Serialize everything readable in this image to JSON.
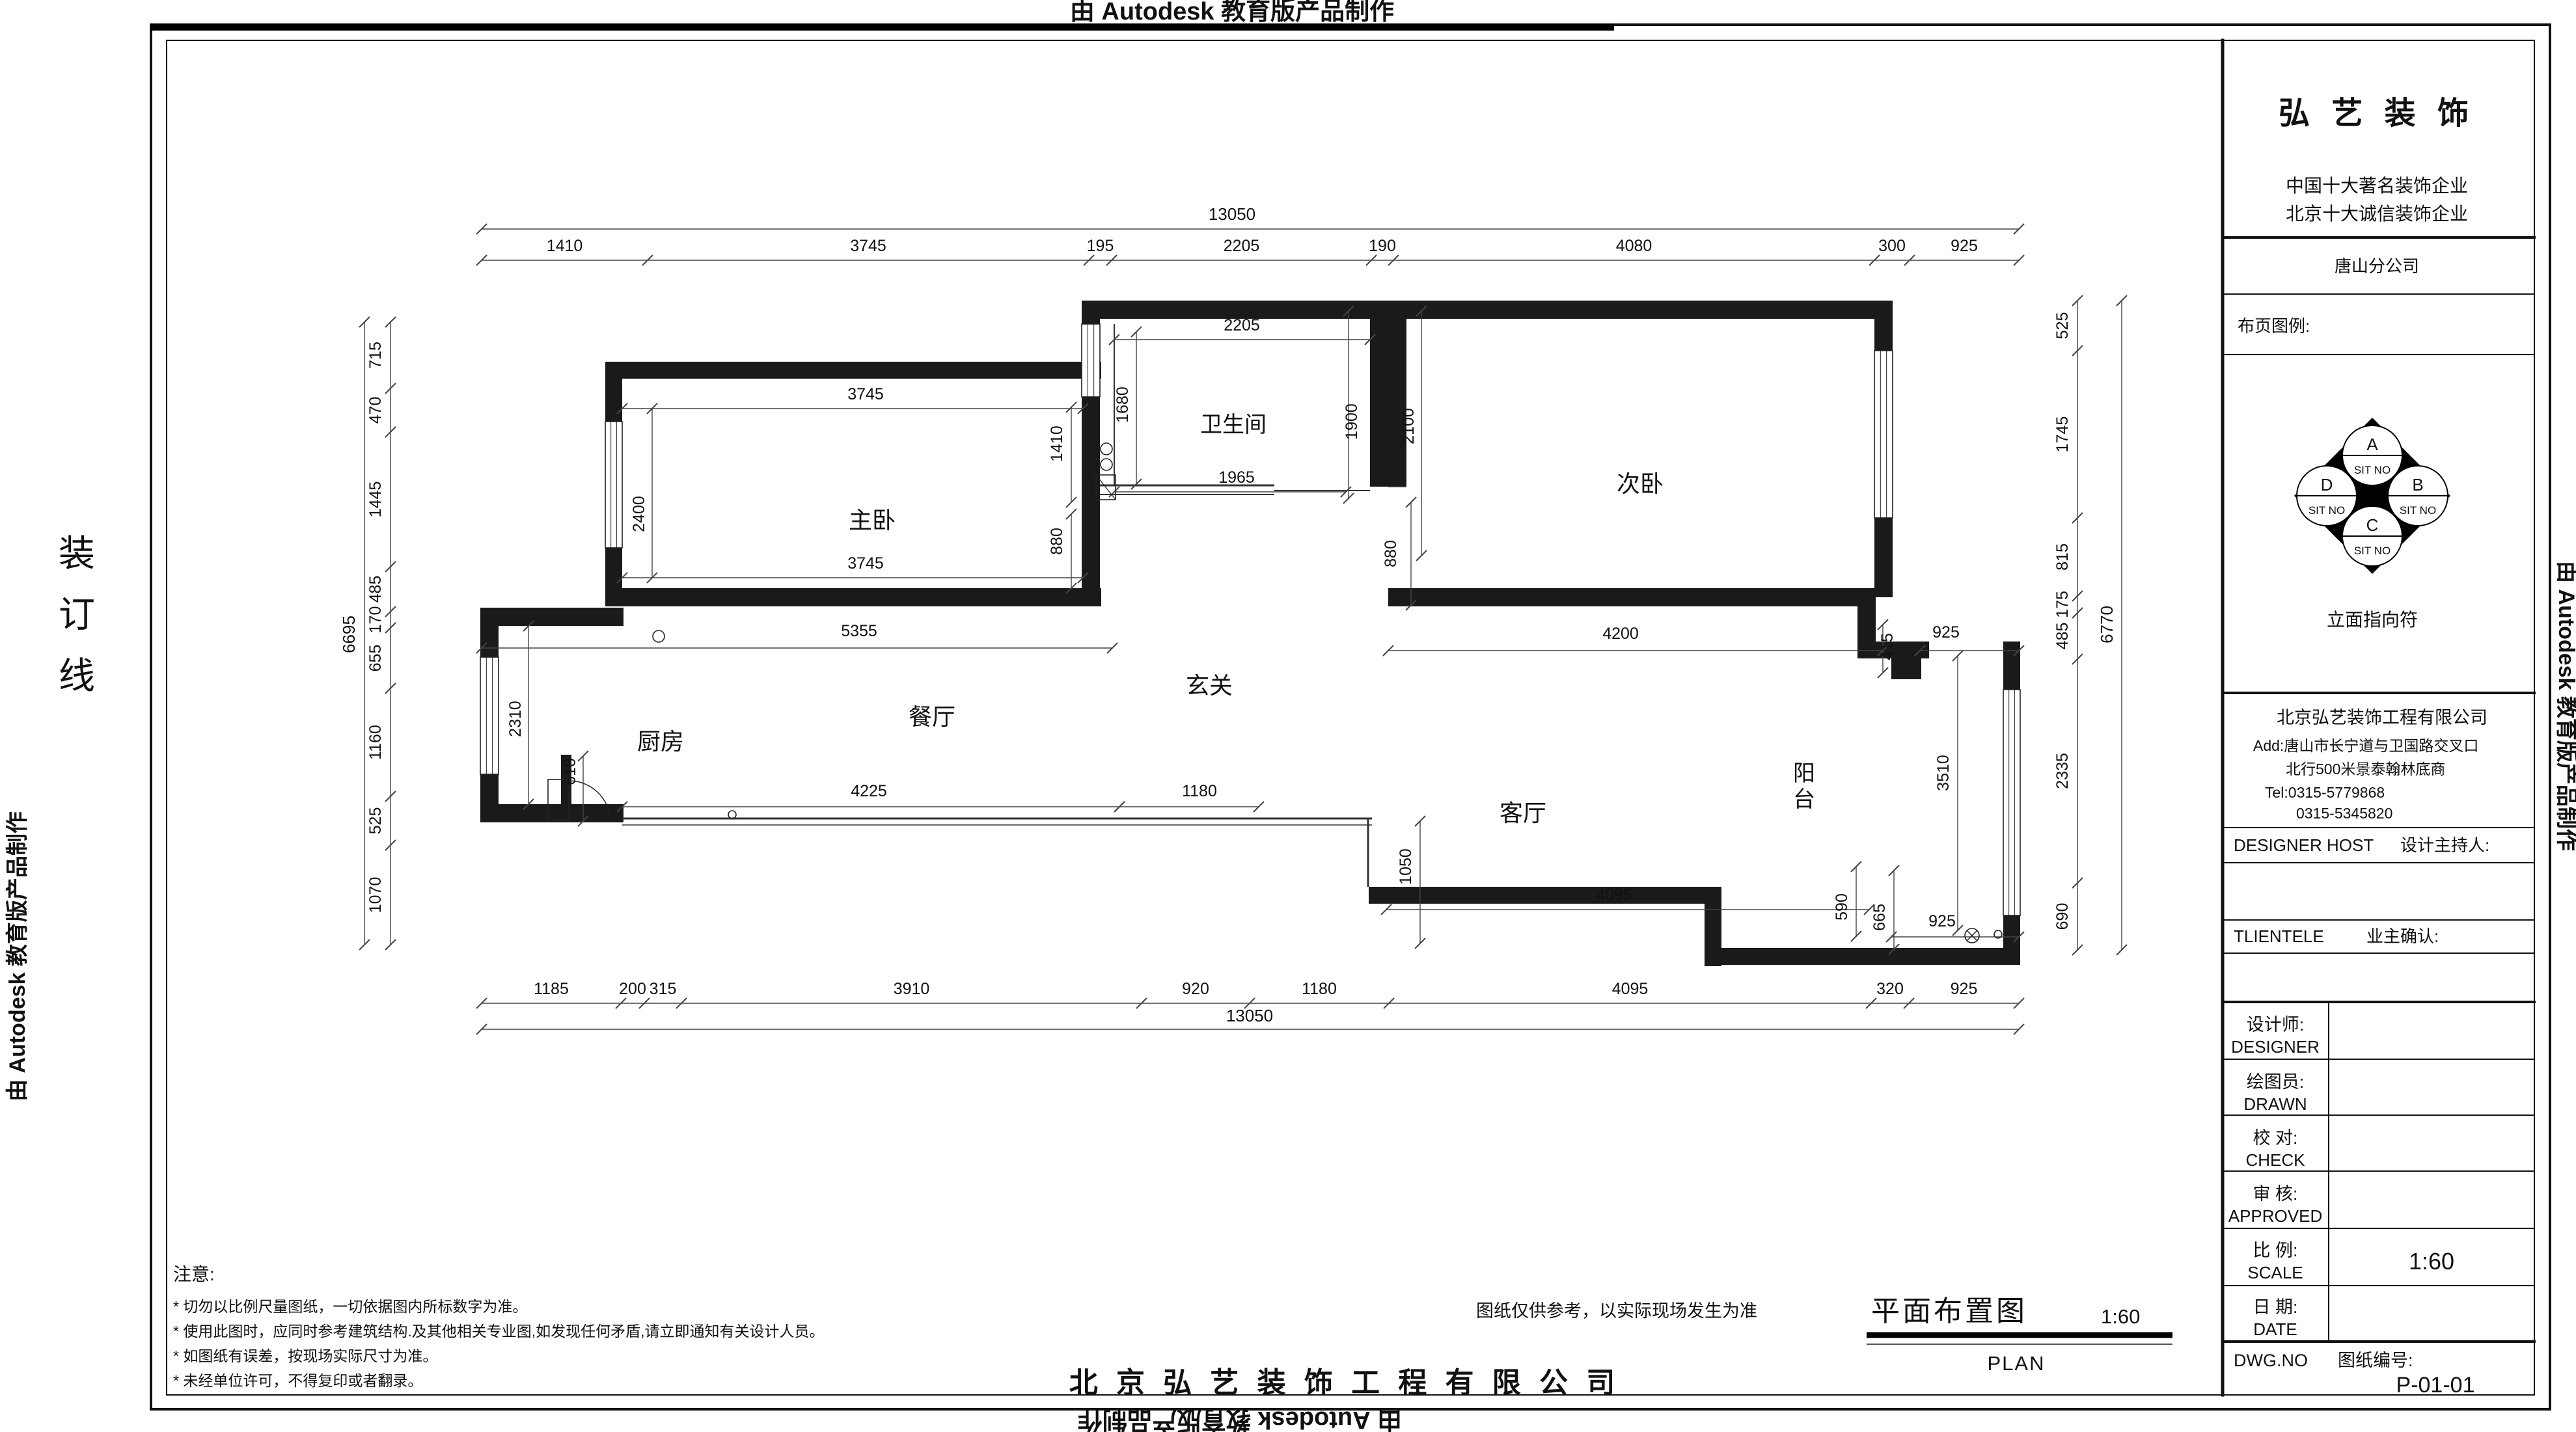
{
  "watermarks": {
    "top": "由 Autodesk 教育版产品制作",
    "bottom": "由 Autodesk 教育版产品制作",
    "left": "由 Autodesk 教育版产品制作",
    "right": "由 Autodesk 教育版产品制作",
    "binding_line": "装订线"
  },
  "title_block": {
    "logo": "弘 艺 装 饰",
    "subtitle1": "中国十大著名装饰企业",
    "subtitle2": "北京十大诚信装饰企业",
    "branch": "唐山分公司",
    "legend_label": "布页图例:",
    "legend_caption": "立面指向符",
    "legend_letters": [
      "A",
      "B",
      "C",
      "D"
    ],
    "legend_sit": "SIT NO",
    "company_full": "北京弘艺装饰工程有限公司",
    "address1": "Add:唐山市长宁道与卫国路交叉口",
    "address2": "北行500米景泰翰林底商",
    "tel1": "Tel:0315-5779868",
    "tel2": "0315-5345820",
    "designer_host_en": "DESIGNER HOST",
    "designer_host_cn": "设计主持人:",
    "clientele_en": "TLIENTELE",
    "clientele_cn": "业主确认:",
    "rows": [
      {
        "cn": "设计师:",
        "en": "DESIGNER",
        "value": ""
      },
      {
        "cn": "绘图员:",
        "en": "DRAWN",
        "value": ""
      },
      {
        "cn": "校  对:",
        "en": "CHECK",
        "value": ""
      },
      {
        "cn": "审  核:",
        "en": "APPROVED",
        "value": ""
      },
      {
        "cn": "比  例:",
        "en": "SCALE",
        "value": "1:60"
      },
      {
        "cn": "日  期:",
        "en": "DATE",
        "value": ""
      }
    ],
    "dwg_en": "DWG.NO",
    "dwg_cn": "图纸编号:",
    "dwg_no": "P-01-01"
  },
  "plan": {
    "rooms": [
      "主卧",
      "卫生间",
      "次卧",
      "玄关",
      "餐厅",
      "厨房",
      "客厅",
      "阳台"
    ],
    "dims_top_overall": "13050",
    "dims_top": [
      "1410",
      "3745",
      "195",
      "2205",
      "190",
      "4080",
      "300",
      "925"
    ],
    "dims_bottom": [
      "1185",
      "200",
      "315",
      "3910",
      "920",
      "1180",
      "4095",
      "320",
      "925"
    ],
    "dims_bottom_overall": "13050",
    "dims_left": [
      "715",
      "470",
      "1445",
      "485",
      "170",
      "655",
      "1160",
      "525",
      "1070"
    ],
    "dims_left_overall": "6695",
    "dims_right": [
      "525",
      "1745",
      "815",
      "175",
      "485",
      "2335",
      "690"
    ],
    "dims_right_overall": "6770",
    "dims_interior": [
      "2205",
      "1680",
      "1900",
      "2100",
      "1965",
      "1410",
      "880",
      "3745",
      "3745",
      "2400",
      "5355",
      "2310",
      "610",
      "4225",
      "1180",
      "4200",
      "415",
      "925",
      "880",
      "1050",
      "4095",
      "590",
      "665",
      "925",
      "3510"
    ]
  },
  "footer": {
    "note_title": "注意:",
    "notes": [
      "* 切勿以比例尺量图纸，一切依据图内所标数字为准。",
      "* 使用此图时，应同时参考建筑结构.及其他相关专业图,如发现任何矛盾,请立即通知有关设计人员。",
      "* 如图纸有误差，按现场实际尺寸为准。",
      "* 未经单位许可，不得复印或者翻录。"
    ],
    "disclaimer": "图纸仅供参考，以实际现场发生为准",
    "drawing_title": "平面布置图",
    "drawing_scale": "1:60",
    "drawing_title_en": "PLAN",
    "company_banner": "北 京 弘 艺 装 饰 工 程 有 限 公 司"
  }
}
